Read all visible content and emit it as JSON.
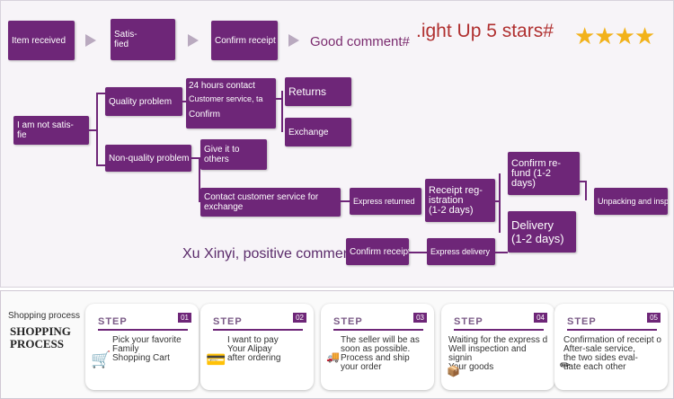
{
  "top_row": {
    "item_received": "Item received",
    "satisfied": "Satis-\nfied",
    "confirm_receipt": "Confirm receipt",
    "good_comment": "Good comment#",
    "light_up": ".ight Up 5 stars#",
    "stars": "★★★★"
  },
  "tree": {
    "not_satisfied": "I am not satis-\nfie",
    "quality_problem": "Quality problem",
    "hours_contact": "24 hours contact",
    "customer_service": "Customer service, ta",
    "confirm": "Confirm",
    "returns": "Returns",
    "exchange": "Exchange",
    "non_quality": "Non-quality problem",
    "give_it": "Give it to\nothers",
    "contact_cs": "Contact customer service for\nexchange",
    "express_returned": "Express returned",
    "receipt_reg": "Receipt reg-\nistration\n(1-2 days)",
    "confirm_refund": "Confirm re-\nfund (1-2\ndays)",
    "delivery": "Delivery\n(1-2 days)",
    "unpacking": "Unpacking and inspection",
    "confirm_receipt2": "Confirm receipt",
    "express_delivery": "Express delivery",
    "xu_xinyi": "Xu Xinyi, positive comment"
  },
  "shopping": {
    "label": "Shopping process",
    "title": "SHOPPING\nPROCESS",
    "steps": [
      {
        "step": "STEP",
        "num": "01",
        "text": "Pick your favorite\nFamily\nShopping Cart",
        "icon": "cart-icon"
      },
      {
        "step": "STEP",
        "num": "02",
        "text": "I want to pay\nYour Alipay\nafter ordering",
        "icon": "wallet-icon"
      },
      {
        "step": "STEP",
        "num": "03",
        "text": "The seller will be as\nsoon as possible.\nProcess and ship\nyour order",
        "icon": "truck-icon"
      },
      {
        "step": "STEP",
        "num": "04",
        "text": "Waiting for the express d\nWell inspection and signin\nYour goods",
        "icon": "box-icon"
      },
      {
        "step": "STEP",
        "num": "05",
        "text": "Confirmation of receipt o\nAfter-sale service,\nthe two sides eval-\nuate each other",
        "icon": "pencil-icon"
      }
    ]
  },
  "colors": {
    "accent": "#6e2678",
    "stars": "#f2b21a"
  }
}
